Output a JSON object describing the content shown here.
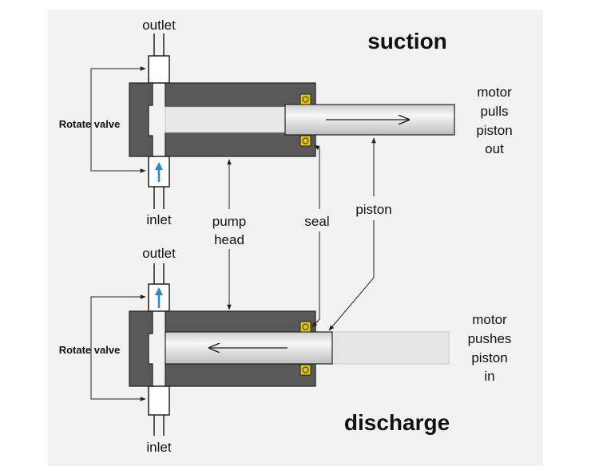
{
  "top": {
    "title": "suction",
    "outlet": "outlet",
    "inlet": "inlet",
    "rotate_valve": "Rotate valve",
    "motor_text": [
      "motor",
      "pulls",
      "piston",
      "out"
    ]
  },
  "bottom": {
    "title": "discharge",
    "outlet": "outlet",
    "inlet": "inlet",
    "rotate_valve": "Rotate valve",
    "motor_text": [
      "motor",
      "pushes",
      "piston",
      "in"
    ]
  },
  "labels": {
    "pump_head": [
      "pump",
      "head"
    ],
    "seal": "seal",
    "piston": "piston"
  },
  "colors": {
    "housing": "#595959",
    "piston_light": "#e6e6e6",
    "seal": "#e6c800",
    "flow_arrow": "#2f86d6",
    "background": "#f2f2f2"
  }
}
